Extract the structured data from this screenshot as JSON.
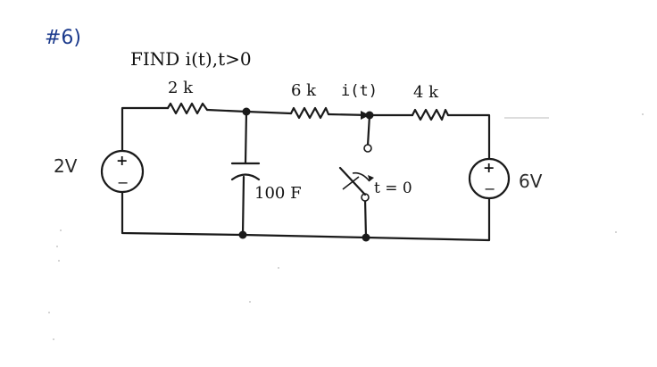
{
  "problem": {
    "number": "#6)",
    "find_label": "FIND i(t),t>0"
  },
  "labels": {
    "r1": "2 k",
    "r2": "6 k",
    "r3": "4 k",
    "current": "i(t)",
    "capacitor": "100 F",
    "switch_time": "t = 0",
    "left_source_value": "2V",
    "right_source_value": "6V",
    "plus": "+",
    "minus": "−"
  }
}
